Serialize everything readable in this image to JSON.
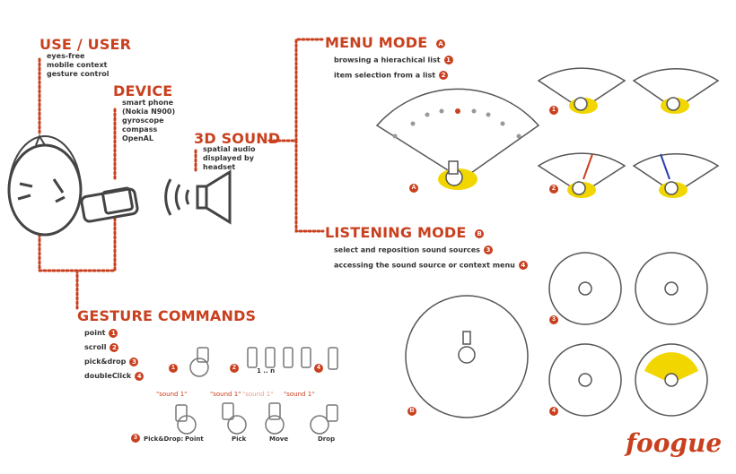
{
  "sections": {
    "use_user": {
      "title": "USE / USER",
      "lines": [
        "eyes-free",
        "mobile context",
        "gesture control"
      ]
    },
    "device": {
      "title": "DEVICE",
      "lines": [
        "smart phone",
        "(Nokia N900)",
        "gyroscope",
        "compass",
        "OpenAL"
      ]
    },
    "sound3d": {
      "title": "3D SOUND",
      "lines": [
        "spatial audio",
        "displayed by",
        "headset"
      ]
    },
    "menu_mode": {
      "title": "MENU MODE",
      "badge": "A",
      "items": [
        {
          "text": "browsing a hierachical list",
          "badge": "1"
        },
        {
          "text": "item selection from a list",
          "badge": "2"
        }
      ]
    },
    "listening_mode": {
      "title": "LISTENING MODE",
      "badge": "B",
      "items": [
        {
          "text": "select and reposition sound sources",
          "badge": "3"
        },
        {
          "text": "accessing the sound source or context menu",
          "badge": "4"
        }
      ]
    },
    "gesture_commands": {
      "title": "GESTURE COMMANDS",
      "items": [
        {
          "text": "point",
          "badge": "1"
        },
        {
          "text": "scroll",
          "badge": "2"
        },
        {
          "text": "pick&drop",
          "badge": "3"
        },
        {
          "text": "doubleClick",
          "badge": "4"
        }
      ]
    }
  },
  "figure_badges": {
    "g1": "1",
    "g2": "2",
    "g4": "4",
    "g3": "3",
    "a": "A",
    "b": "B",
    "m1": "1",
    "m2": "2",
    "l3": "3",
    "l4": "4"
  },
  "pickdrop": {
    "label": "Pick&Drop:",
    "steps": [
      "Point",
      "Pick",
      "Move",
      "Drop"
    ],
    "sound_tag": "\"sound 1\""
  },
  "scroll_marks": "1 .. n",
  "logo": "foogue",
  "colors": {
    "accent": "#c9401f",
    "highlight": "#f2d600",
    "stroke": "#444444"
  }
}
